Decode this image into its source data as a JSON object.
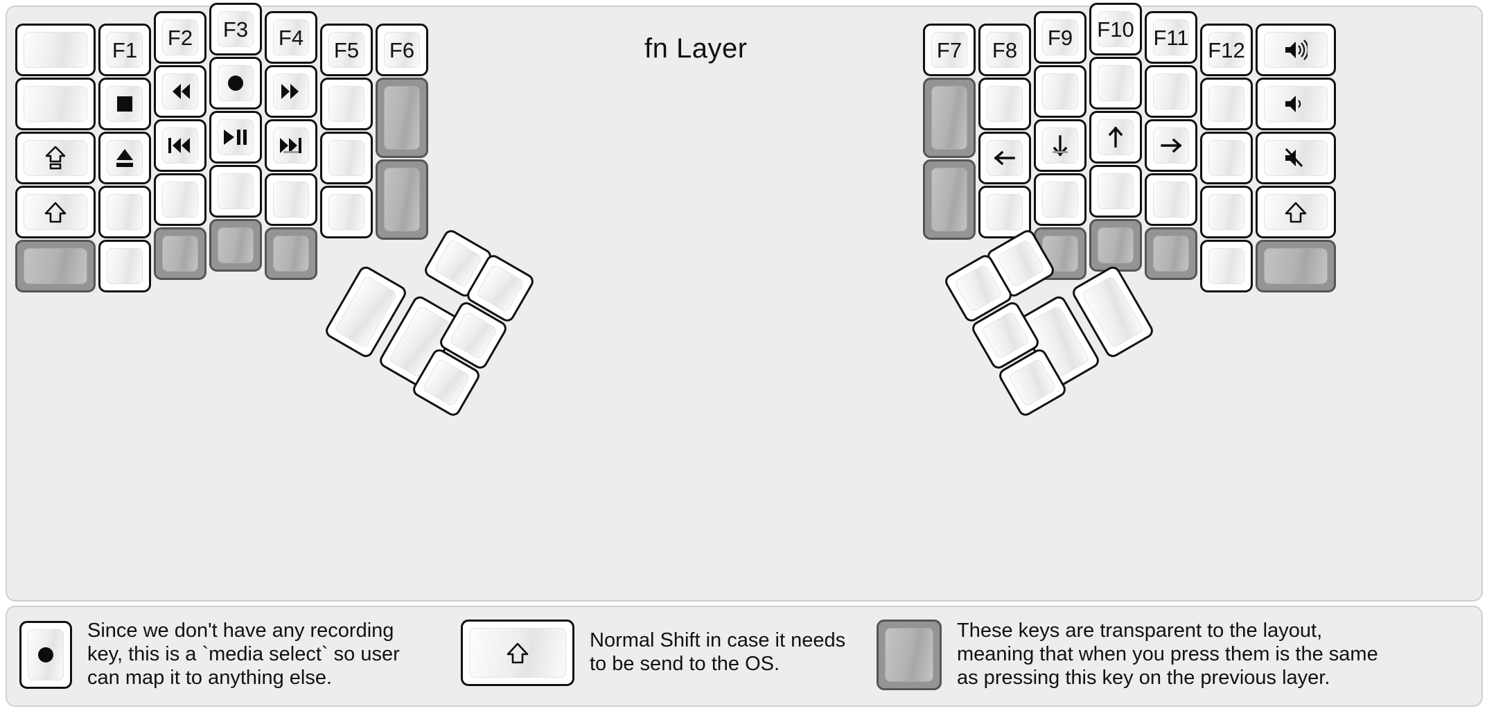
{
  "title": "fn Layer",
  "colors": {
    "background": "#ededed",
    "keycap": "#ffffff",
    "keycap_border": "#111111",
    "transparent_key": "#949494",
    "text": "#111111"
  },
  "left_half": {
    "columns": [
      {
        "name": "col-outer",
        "keys": [
          {
            "label": "",
            "type": "normal"
          },
          {
            "label": "",
            "type": "normal"
          },
          {
            "label": "⇧",
            "icon": "caps-lock-icon",
            "type": "normal"
          },
          {
            "label": "⇧",
            "icon": "shift-icon",
            "type": "normal"
          },
          {
            "label": "",
            "type": "transparent"
          }
        ]
      },
      {
        "name": "col-f1",
        "keys": [
          {
            "label": "F1",
            "type": "normal"
          },
          {
            "label": "■",
            "icon": "media-stop-icon",
            "type": "normal"
          },
          {
            "label": "⏏",
            "icon": "media-eject-icon",
            "type": "normal"
          },
          {
            "label": "",
            "type": "normal"
          },
          {
            "label": "",
            "type": "normal"
          }
        ]
      },
      {
        "name": "col-f2",
        "keys": [
          {
            "label": "F2",
            "type": "normal"
          },
          {
            "label": "◀◀",
            "icon": "media-rewind-icon",
            "type": "normal"
          },
          {
            "label": "|◀◀",
            "icon": "media-previous-icon",
            "type": "normal"
          },
          {
            "label": "",
            "type": "normal"
          },
          {
            "label": "",
            "type": "transparent"
          }
        ]
      },
      {
        "name": "col-f3",
        "keys": [
          {
            "label": "F3",
            "type": "normal"
          },
          {
            "label": "●",
            "icon": "media-record-icon",
            "type": "normal"
          },
          {
            "label": "▶||",
            "icon": "media-play-pause-icon",
            "type": "normal"
          },
          {
            "label": "",
            "type": "normal"
          },
          {
            "label": "",
            "type": "transparent"
          }
        ]
      },
      {
        "name": "col-f4",
        "keys": [
          {
            "label": "F4",
            "type": "normal"
          },
          {
            "label": "▶▶",
            "icon": "media-fast-forward-icon",
            "type": "normal"
          },
          {
            "label": "▶▶|",
            "icon": "media-next-icon",
            "type": "normal",
            "homing": true
          },
          {
            "label": "",
            "type": "normal"
          },
          {
            "label": "",
            "type": "transparent"
          }
        ]
      },
      {
        "name": "col-f5",
        "keys": [
          {
            "label": "F5",
            "type": "normal"
          },
          {
            "label": "",
            "type": "normal"
          },
          {
            "label": "",
            "type": "normal"
          },
          {
            "label": "",
            "type": "normal"
          }
        ]
      },
      {
        "name": "col-f6",
        "keys": [
          {
            "label": "F6",
            "type": "normal"
          },
          {
            "label": "",
            "type": "transparent",
            "tall": true
          },
          {
            "label": "",
            "type": "transparent",
            "tall": true
          }
        ]
      }
    ]
  },
  "right_half": {
    "columns": [
      {
        "name": "col-f7",
        "keys": [
          {
            "label": "F7",
            "type": "normal"
          },
          {
            "label": "",
            "type": "transparent",
            "tall": true
          },
          {
            "label": "",
            "type": "transparent",
            "tall": true
          }
        ]
      },
      {
        "name": "col-f8",
        "keys": [
          {
            "label": "F8",
            "type": "normal"
          },
          {
            "label": "",
            "type": "normal"
          },
          {
            "label": "←",
            "icon": "arrow-left-icon",
            "type": "normal"
          },
          {
            "label": "",
            "type": "normal"
          }
        ]
      },
      {
        "name": "col-f9",
        "keys": [
          {
            "label": "F9",
            "type": "normal"
          },
          {
            "label": "",
            "type": "normal"
          },
          {
            "label": "↓",
            "icon": "arrow-down-icon",
            "type": "normal",
            "homing": true
          },
          {
            "label": "",
            "type": "normal"
          },
          {
            "label": "",
            "type": "transparent"
          }
        ]
      },
      {
        "name": "col-f10",
        "keys": [
          {
            "label": "F10",
            "type": "normal"
          },
          {
            "label": "",
            "type": "normal"
          },
          {
            "label": "↑",
            "icon": "arrow-up-icon",
            "type": "normal"
          },
          {
            "label": "",
            "type": "normal"
          },
          {
            "label": "",
            "type": "transparent"
          }
        ]
      },
      {
        "name": "col-f11",
        "keys": [
          {
            "label": "F11",
            "type": "normal"
          },
          {
            "label": "",
            "type": "normal"
          },
          {
            "label": "→",
            "icon": "arrow-right-icon",
            "type": "normal"
          },
          {
            "label": "",
            "type": "normal"
          },
          {
            "label": "",
            "type": "transparent"
          }
        ]
      },
      {
        "name": "col-f12",
        "keys": [
          {
            "label": "F12",
            "type": "normal"
          },
          {
            "label": "",
            "type": "normal"
          },
          {
            "label": "",
            "type": "normal"
          },
          {
            "label": "",
            "type": "normal"
          },
          {
            "label": "",
            "type": "normal"
          }
        ]
      },
      {
        "name": "col-outer-right",
        "keys": [
          {
            "label": "",
            "icon": "volume-up-icon",
            "type": "normal"
          },
          {
            "label": "",
            "icon": "volume-down-icon",
            "type": "normal"
          },
          {
            "label": "",
            "icon": "volume-mute-icon",
            "type": "normal"
          },
          {
            "label": "⇧",
            "icon": "shift-icon",
            "type": "normal"
          },
          {
            "label": "",
            "type": "transparent"
          }
        ]
      }
    ]
  },
  "left_thumb_cluster": {
    "rotation_deg": 30,
    "keys": 6
  },
  "right_thumb_cluster": {
    "rotation_deg": -30,
    "keys": 6
  },
  "legend": [
    {
      "name": "legend-record",
      "icon": "media-record-icon",
      "key_type": "normal",
      "text": "Since we don't have any recording\nkey, this is a `media select` so user\ncan map it to anything else."
    },
    {
      "name": "legend-shift",
      "icon": "shift-icon",
      "key_type": "normal",
      "text": "Normal Shift in case it needs\nto be send to the OS."
    },
    {
      "name": "legend-transparent",
      "icon": "",
      "key_type": "transparent",
      "text": "These keys are transparent to the layout,\nmeaning that when you press them is the same\nas pressing this key on the previous layer."
    }
  ]
}
